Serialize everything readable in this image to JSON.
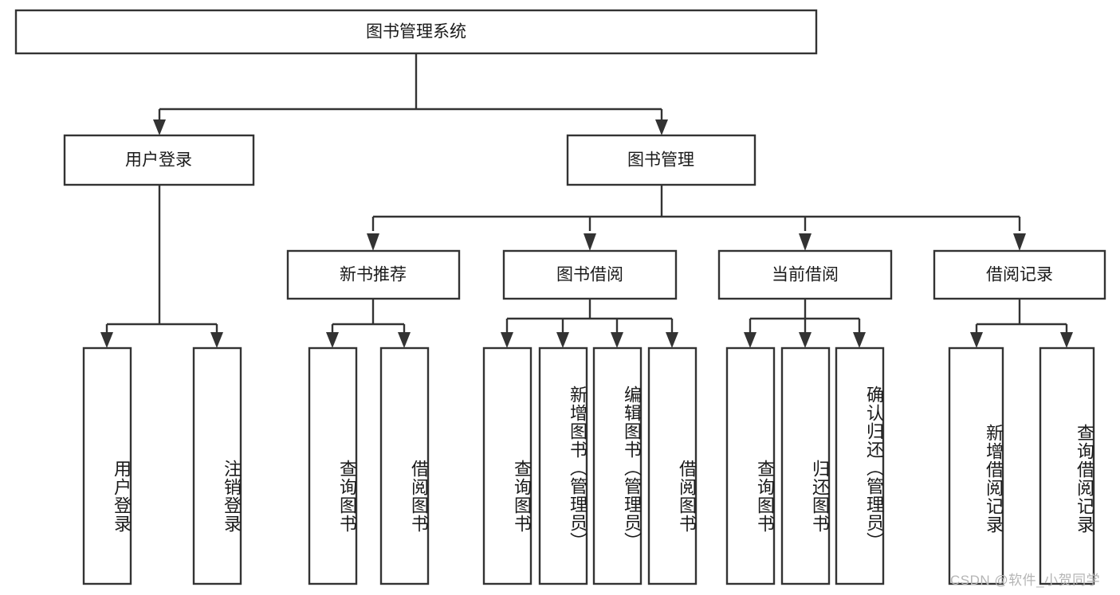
{
  "diagram": {
    "type": "tree",
    "title": "图书管理系统",
    "watermark": "CSDN @软件_小贺同学",
    "colors": {
      "box_stroke": "#333333",
      "box_fill": "#ffffff",
      "text": "#1a1a1a",
      "background": "#ffffff",
      "watermark": "#b5b5b5"
    },
    "root": {
      "label": "图书管理系统",
      "orientation": "horizontal"
    },
    "level2": [
      {
        "label": "用户登录",
        "orientation": "horizontal"
      },
      {
        "label": "图书管理",
        "orientation": "horizontal"
      }
    ],
    "level3": [
      {
        "label": "新书推荐",
        "orientation": "horizontal",
        "parent": "图书管理"
      },
      {
        "label": "图书借阅",
        "orientation": "horizontal",
        "parent": "图书管理"
      },
      {
        "label": "当前借阅",
        "orientation": "horizontal",
        "parent": "图书管理"
      },
      {
        "label": "借阅记录",
        "orientation": "horizontal",
        "parent": "图书管理"
      }
    ],
    "leaves": [
      {
        "label": "用户登录",
        "orientation": "vertical",
        "parent": "用户登录"
      },
      {
        "label": "注销登录",
        "orientation": "vertical",
        "parent": "用户登录"
      },
      {
        "label": "查询图书",
        "orientation": "vertical",
        "parent": "新书推荐"
      },
      {
        "label": "借阅图书",
        "orientation": "vertical",
        "parent": "新书推荐"
      },
      {
        "label": "查询图书",
        "orientation": "vertical",
        "parent": "图书借阅"
      },
      {
        "label": "新增图书（管理员）",
        "orientation": "vertical",
        "parent": "图书借阅"
      },
      {
        "label": "编辑图书（管理员）",
        "orientation": "vertical",
        "parent": "图书借阅"
      },
      {
        "label": "借阅图书",
        "orientation": "vertical",
        "parent": "图书借阅"
      },
      {
        "label": "查询图书",
        "orientation": "vertical",
        "parent": "当前借阅"
      },
      {
        "label": "归还图书",
        "orientation": "vertical",
        "parent": "当前借阅"
      },
      {
        "label": "确认归还（管理员）",
        "orientation": "vertical",
        "parent": "当前借阅"
      },
      {
        "label": "新增借阅记录",
        "orientation": "vertical",
        "parent": "借阅记录"
      },
      {
        "label": "查询借阅记录",
        "orientation": "vertical",
        "parent": "借阅记录"
      }
    ]
  }
}
